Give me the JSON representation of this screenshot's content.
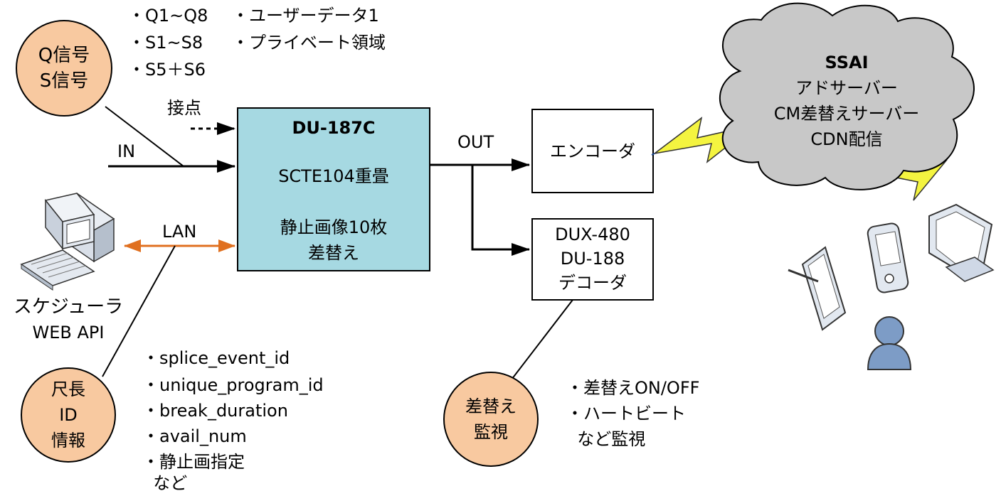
{
  "signal_bubble": {
    "line1": "Q信号",
    "line2": "S信号",
    "fill": "#f8c9a0"
  },
  "signal_list": [
    "・Q1~Q8",
    "・S1~S8",
    "・S5＋S6"
  ],
  "userdata_list": [
    "・ユーザーデータ1",
    "・プライベート領域"
  ],
  "labels": {
    "contact": "接点",
    "in": "IN",
    "lan": "LAN",
    "out": "OUT"
  },
  "du187c": {
    "title": "DU-187C",
    "line1": "SCTE104重畳",
    "line2": "静止画像10枚",
    "line3": "差替え",
    "fill": "#a6d9e2"
  },
  "encoder": {
    "label": "エンコーダ"
  },
  "decoder": {
    "line1": "DUX-480",
    "line2": "DU-188",
    "line3": "デコーダ"
  },
  "scheduler": {
    "line1": "スケジューラ",
    "line2": "WEB API"
  },
  "id_bubble": {
    "line1": "尺長",
    "line2": "ID",
    "line3": "情報"
  },
  "id_list": [
    "・splice_event_id",
    "・unique_program_id",
    "・break_duration",
    "・avail_num",
    "・静止画指定",
    "  など"
  ],
  "monitor_bubble": {
    "line1": "差替え",
    "line2": "監視"
  },
  "monitor_list": [
    "・差替えON/OFF",
    "・ハートビート",
    "  など監視"
  ],
  "cloud": {
    "title": "SSAI",
    "line1": "アドサーバー",
    "line2": "CM差替えサーバー",
    "line3": "CDN配信",
    "fill": "#c8c8c8"
  },
  "colors": {
    "lan_arrow": "#e07020",
    "lightning": "#f4f440",
    "device": "#cfd8e6",
    "person": "#7d9cc6"
  }
}
